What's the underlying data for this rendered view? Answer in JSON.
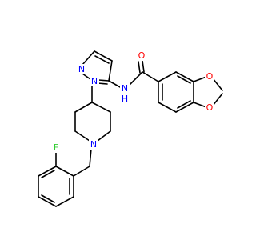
{
  "atoms": {
    "carbonyl_O": {
      "text": "O",
      "color": "#ff0000"
    },
    "amide_N": {
      "text": "N",
      "color": "#0000ff"
    },
    "amide_H": {
      "text": "H",
      "color": "#0000ff"
    },
    "pyrazole_N2": {
      "text": "N",
      "color": "#0000ff"
    },
    "pyrazole_N1": {
      "text": "N",
      "color": "#0000ff"
    },
    "piperidine_N": {
      "text": "N",
      "color": "#0000ff"
    },
    "dioxole_O_top": {
      "text": "O",
      "color": "#ff0000"
    },
    "dioxole_O_bottom": {
      "text": "O",
      "color": "#ff0000"
    },
    "fluorine": {
      "text": "F",
      "color": "#33cc33"
    }
  },
  "colors": {
    "bond": "#000000",
    "oxygen": "#ff0000",
    "nitrogen": "#0000ff",
    "fluorine": "#33cc33",
    "background": "#ffffff"
  }
}
